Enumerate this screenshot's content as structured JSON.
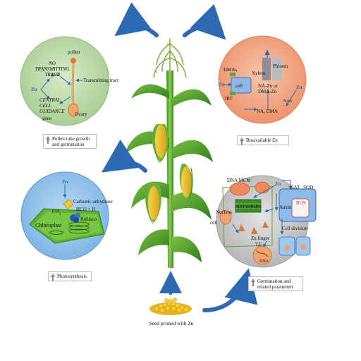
{
  "panels": {
    "pollen": {
      "labels": {
        "pollen": "pollen",
        "no_transmitting": "NO TRANSMITTING TRACT",
        "gene1": "gene",
        "transmitting_tract": "Transmitting tract",
        "zn": "Zn",
        "central": "CENTRAL CELL GUIDANCE",
        "gene2": "gene",
        "ovary": "Ovary"
      },
      "caption": "Pollen tube growth and germination"
    },
    "bioavailable": {
      "labels": {
        "hmas": "HMAs",
        "zn": "Zn",
        "cell": "cell",
        "irt": "IRT",
        "xylem": "Xylem",
        "phloem": "Phloem",
        "na_zn": "NA-Zn or DMA-Zn",
        "zn2": "Zn",
        "nas": "NAS",
        "na_dma": "NA, DMA"
      },
      "caption": "Bioavailable Zn"
    },
    "photosynthesis": {
      "labels": {
        "zn": "Zn",
        "carbonic": "Carbonic anhydrase",
        "co2": "CO",
        "hco3": "HCO + H",
        "chloroplast": "Chloroplast",
        "rubisco": "Rubisco"
      },
      "caption": "Photosynthesis"
    },
    "germination": {
      "labels": {
        "dna_mcm": "DNA MCM",
        "zn": "Zn",
        "cat": "CAT",
        "sod": "SOD",
        "ros": "ROS",
        "microtubules": "microtubules",
        "auxin": "Auxin",
        "nucleus": "Nucleus",
        "cell": "cell",
        "cell_division": "Cell division",
        "zn_finger": "Zn finger",
        "tf": "T.F",
        "dna": "DNA"
      },
      "caption": "Germination and related parameters"
    }
  },
  "seed_label": "Seed primed with Zn",
  "colors": {
    "pollen_bg": "#b5d6a2",
    "bio_bg": "#f0a483",
    "photo_bg": "#8fc1ea",
    "germ_bg": "#c8c8c8",
    "arrow_blue": "#2c6ab3",
    "maize_yellow": "#e8c23a",
    "leaf_green": "#4a9a2c"
  }
}
